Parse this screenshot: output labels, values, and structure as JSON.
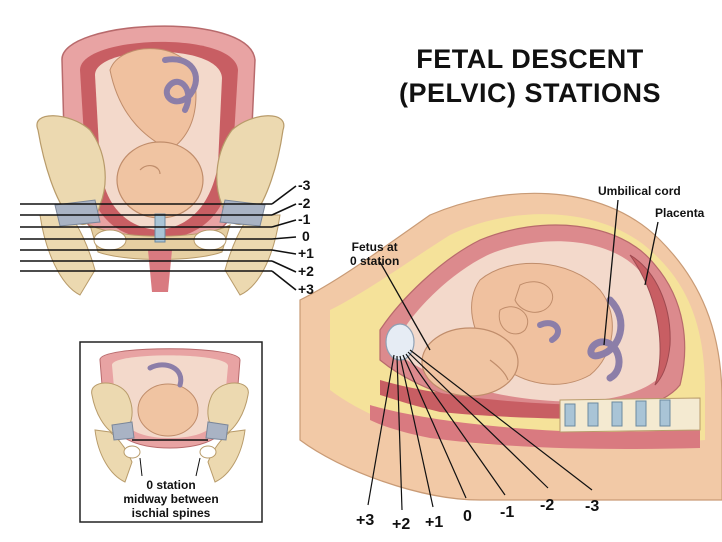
{
  "title": {
    "line1": "FETAL DESCENT",
    "line2": "(PELVIC) STATIONS"
  },
  "front_view": {
    "stations": [
      "-3",
      "-2",
      "-1",
      "0",
      "+1",
      "+2",
      "+3"
    ]
  },
  "inset": {
    "caption": [
      "0 station",
      "midway between",
      "ischial spines"
    ]
  },
  "side_view": {
    "labels": {
      "umbilical_cord": "Umbilical cord",
      "placenta": "Placenta",
      "fetus": [
        "Fetus at",
        "0 station"
      ]
    },
    "bottom_stations": [
      "+3",
      "+2",
      "+1",
      "0",
      "-1",
      "-2",
      "-3"
    ]
  },
  "colors": {
    "bone": "#ecd9b0",
    "uterus": "#d9787c",
    "skin": "#f2c9a6",
    "spine_pad": "#a9b3c4",
    "amniotic": "#f6e0d2"
  }
}
